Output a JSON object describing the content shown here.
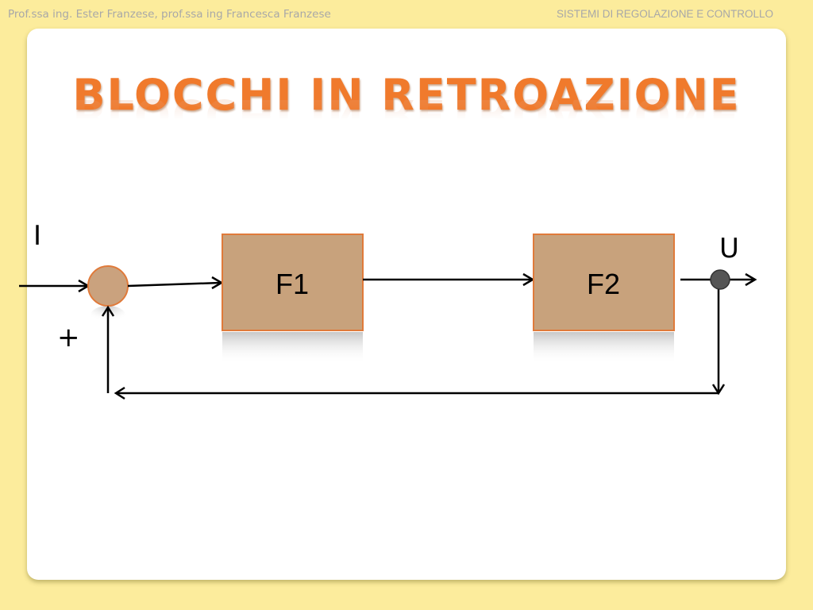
{
  "header": {
    "authors": "Prof.ssa ing. Ester Franzese, prof.ssa ing Francesca Franzese",
    "course": "SISTEMI DI REGOLAZIONE E CONTROLLO"
  },
  "title": "BLOCCHI IN RETROAZIONE",
  "diagram": {
    "input_label": "I",
    "output_label": "U",
    "sign_label": "+",
    "blocks": [
      {
        "label": "F1"
      },
      {
        "label": "F2"
      }
    ]
  },
  "colors": {
    "background": "#fcec9c",
    "title": "#f07a2c",
    "block_fill": "#c8a27c",
    "block_border": "#e07a3a",
    "summing_fill": "#caa27e",
    "takeoff_fill": "#555555"
  }
}
